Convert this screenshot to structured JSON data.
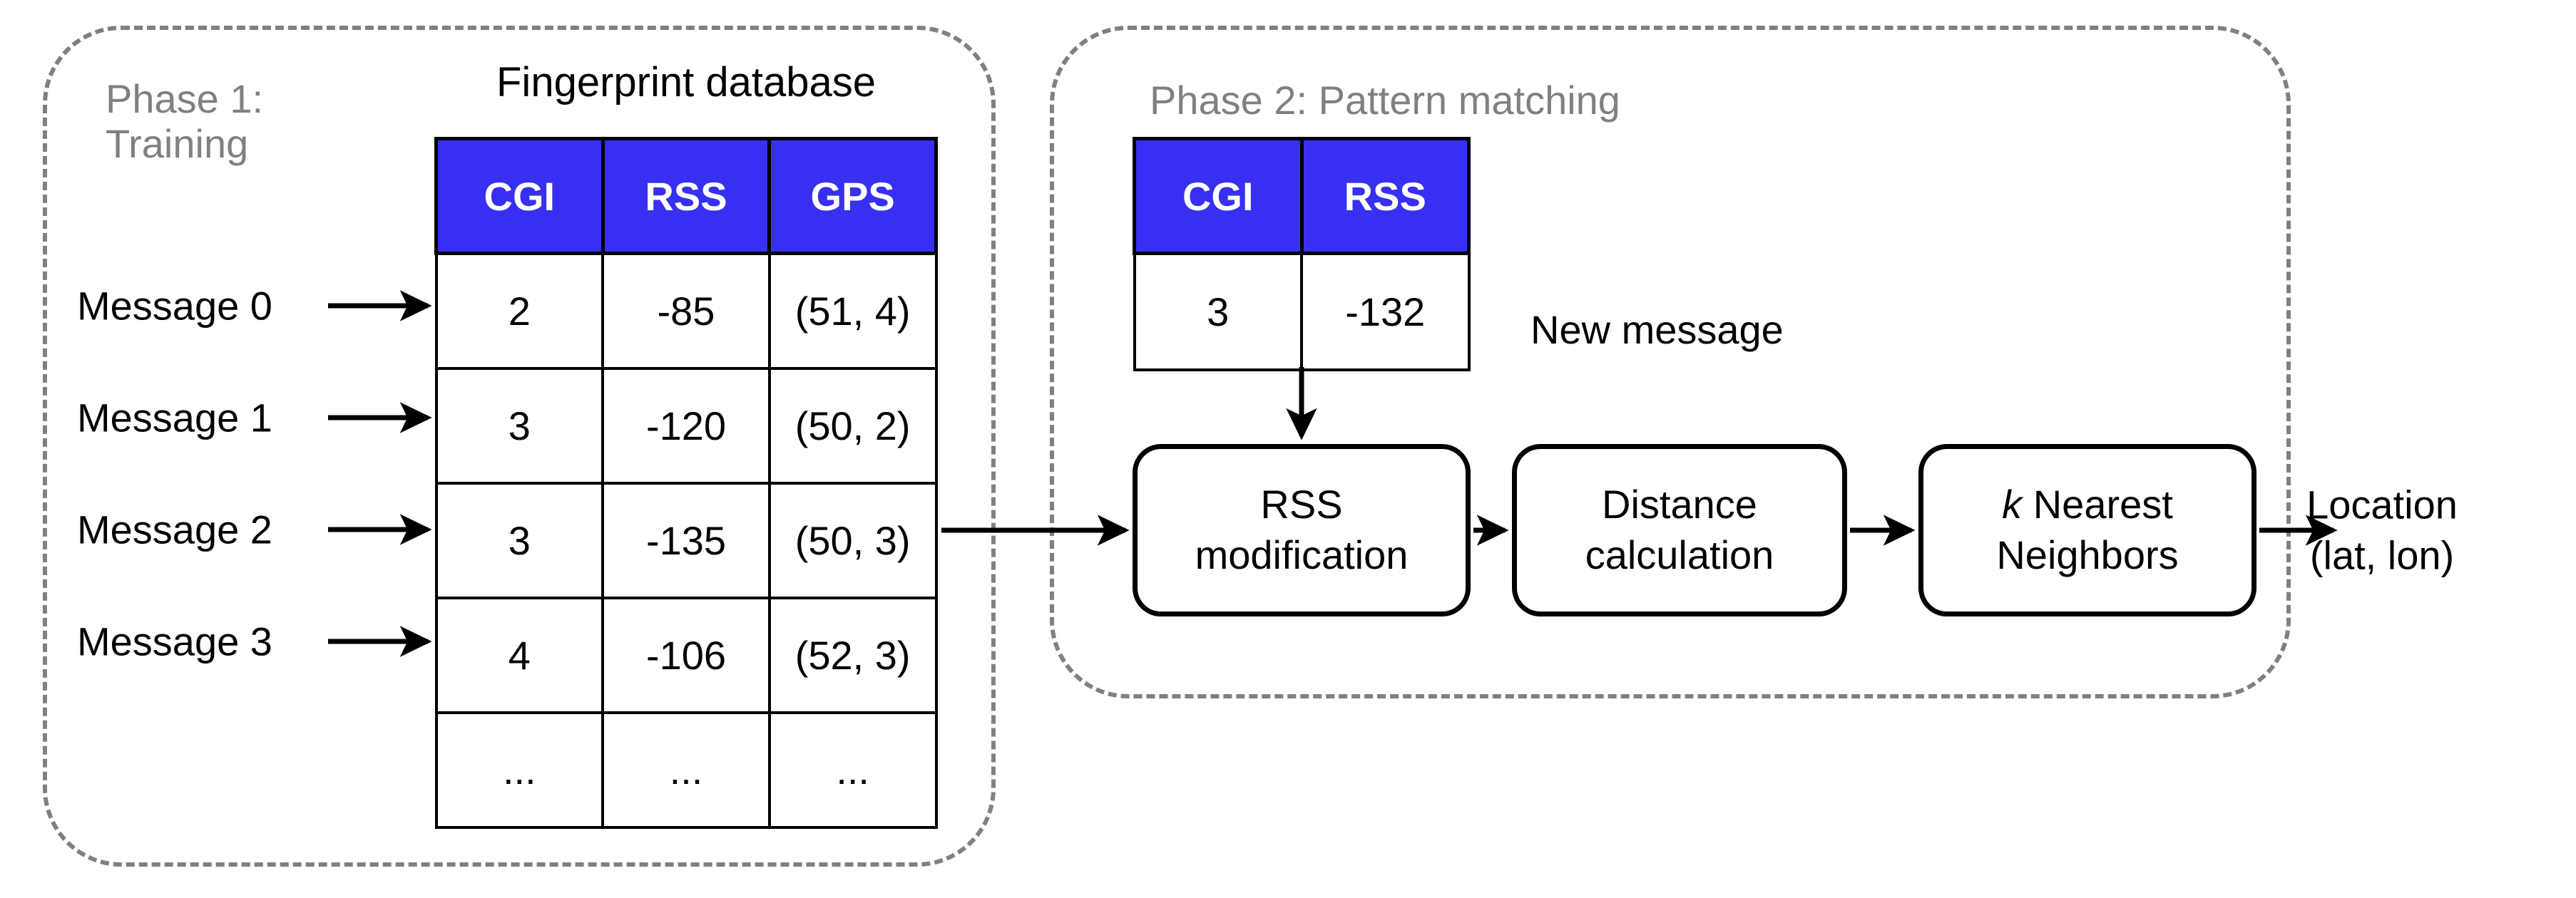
{
  "phases": {
    "phase1": {
      "label": "Phase 1:\nTraining"
    },
    "phase2": {
      "label": "Phase 2: Pattern matching"
    }
  },
  "fingerprint_database": {
    "title": "Fingerprint database",
    "columns": [
      "CGI",
      "RSS",
      "GPS"
    ],
    "rows": [
      [
        "2",
        "-85",
        "(51, 4)"
      ],
      [
        "3",
        "-120",
        "(50, 2)"
      ],
      [
        "3",
        "-135",
        "(50, 3)"
      ],
      [
        "4",
        "-106",
        "(52, 3)"
      ],
      [
        "...",
        "...",
        "..."
      ]
    ],
    "source_labels": [
      "Message 0",
      "Message 1",
      "Message 2",
      "Message 3"
    ]
  },
  "new_message": {
    "columns": [
      "CGI",
      "RSS"
    ],
    "rows": [
      [
        "3",
        "-132"
      ]
    ],
    "caption": "New message"
  },
  "pipeline": {
    "steps": [
      {
        "line1": "RSS",
        "line2": "modification"
      },
      {
        "line1": "Distance",
        "line2": "calculation"
      },
      {
        "line1_italic": "k",
        "line1": " Nearest",
        "line2": "Neighbors"
      }
    ]
  },
  "output": {
    "label": "Location\n(lat, lon)"
  },
  "colors": {
    "header_blue": "#3730F2",
    "phase_label_gray": "#808080",
    "stroke_black": "#000000",
    "background": "#ffffff"
  }
}
